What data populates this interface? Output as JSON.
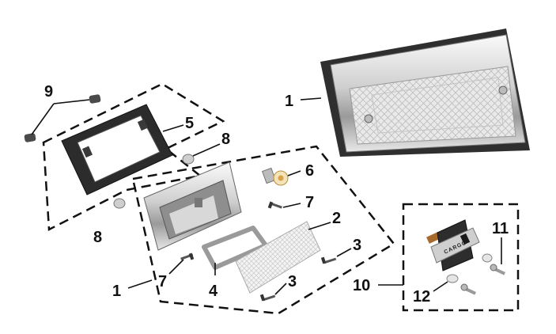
{
  "callouts": {
    "c1_top": "1",
    "c1_bottom": "1",
    "c2": "2",
    "c3_upper": "3",
    "c3_lower": "3",
    "c4": "4",
    "c5": "5",
    "c6": "6",
    "c7_upper": "7",
    "c7_lower": "7",
    "c8_upper": "8",
    "c8_lower": "8",
    "c9": "9",
    "c10": "10",
    "c11": "11",
    "c12": "12"
  },
  "switch_plate_text": "CARGO",
  "colors": {
    "chrome_light": "#f2f2f2",
    "chrome_mid": "#c8c8c8",
    "chrome_dark": "#7a7a7a",
    "gasket": "#3a3a3a",
    "bulb_amber": "#d9a24a"
  }
}
